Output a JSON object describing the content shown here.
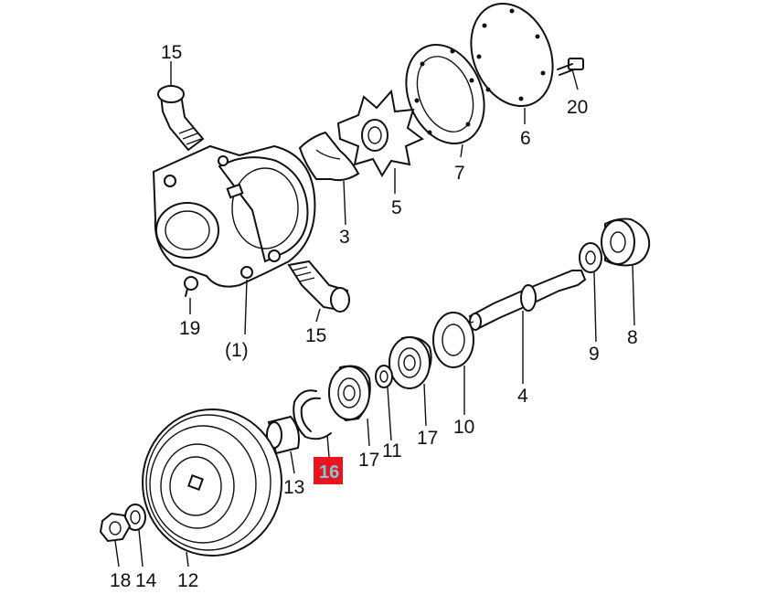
{
  "parts": {
    "p15_top": "15",
    "p15_bottom": "15",
    "p20": "20",
    "p6": "6",
    "p7": "7",
    "p5": "5",
    "p3": "3",
    "p19": "19",
    "p1": "(1)",
    "p8": "8",
    "p9": "9",
    "p4": "4",
    "p10": "10",
    "p17a": "17",
    "p17b": "17",
    "p11": "11",
    "p13": "13",
    "p16": "16",
    "p18": "18",
    "p14": "14",
    "p12": "12"
  },
  "highlight": {
    "label": "16",
    "box_color": "#e8161c",
    "text_color": "#7ec8d8"
  }
}
